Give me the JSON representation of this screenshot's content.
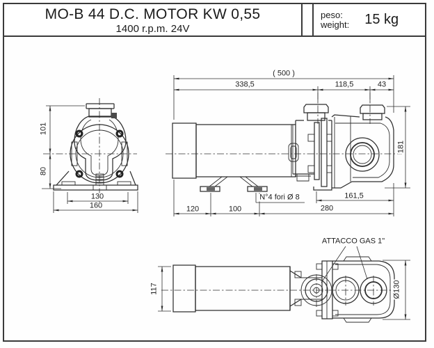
{
  "title_block": {
    "title": "MO-B 44 D.C. MOTOR KW 0,55",
    "subtitle": "1400 r.p.m. 24V",
    "weight_label_it": "peso:",
    "weight_label_en": "weight:",
    "weight_value": "15 kg"
  },
  "drawing": {
    "annotations": {
      "attacco": "ATTACCO GAS 1\"",
      "fori": "N°4 fori Ø 8"
    },
    "dimensions": {
      "overall": "( 500 )",
      "d338": "338,5",
      "d118": "118,5",
      "d43": "43",
      "d181": "181",
      "d101": "101",
      "d80": "80",
      "d130": "130",
      "d160": "160",
      "d120": "120",
      "d100": "100",
      "d161": "161,5",
      "d280": "280",
      "d117": "117",
      "dia130": "Ø130"
    }
  },
  "colors": {
    "line": "#2e2e2e",
    "border": "#3a3a3a",
    "text": "#1a1a1a",
    "background": "#ffffff"
  }
}
